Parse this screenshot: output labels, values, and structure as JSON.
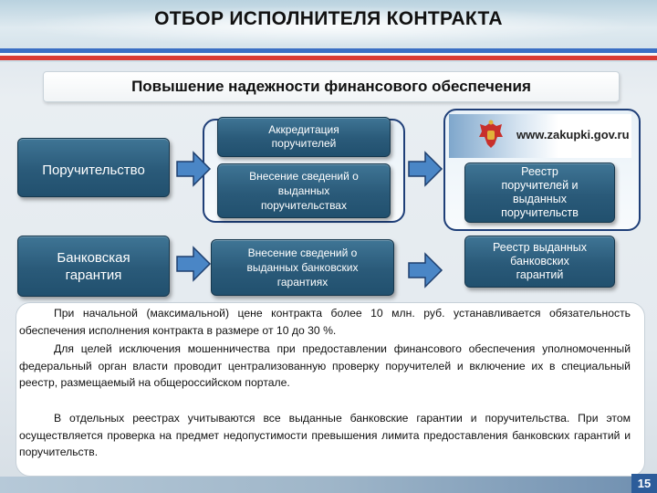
{
  "header": {
    "title": "ОТБОР ИСПОЛНИТЕЛЯ КОНТРАКТА"
  },
  "subtitle": "Повышение надежности финансового обеспечения",
  "left_boxes": {
    "guarantee_by_surety": "Поручительство",
    "bank_guarantee": "Банковская\nгарантия"
  },
  "middle_boxes": {
    "accreditation": "Аккредитация\nпоручителей",
    "entry_sureties": "Внесение сведений о\nвыданных\nпоручительствах",
    "entry_bank_guarantees": "Внесение сведений о\nвыданных банковских\nгарантиях"
  },
  "right_boxes": {
    "registry_sureties": "Реестр\nпоручителей и\nвыданных\nпоручительств",
    "registry_bank_guarantees": "Реестр выданных\nбанковских\nгарантий"
  },
  "zakupki_banner": {
    "url": "www.zakupki.gov.ru",
    "icon": "russian-coat-of-arms-icon"
  },
  "text_panel": {
    "paragraphs": [
      "При начальной (максимальной) цене контракта более 10 млн. руб. устанавливается обязательность обеспечения исполнения контракта в размере от 10 до 30 %.",
      "Для целей исключения мошенничества при предоставлении финансового обеспечения уполномоченный федеральный орган власти проводит централизованную проверку поручителей и включение их в специальный реестр, размещаемый на общероссийском портале.",
      "В отдельных реестрах учитываются все выданные банковские гарантии и поручительства. При этом осуществляется проверка на предмет недопустимости превышения лимита предоставления банковских гарантий и поручительств."
    ]
  },
  "footer": {
    "page_number": "15"
  },
  "colors": {
    "box_fill": "#2a5a79",
    "frame_border": "#1f3f78",
    "flag_blue": "#3a6fc4",
    "flag_red": "#d83a34",
    "page_badge": "#2c5c9a"
  },
  "icons": [
    "right-arrow-icon",
    "russian-coat-of-arms-icon"
  ]
}
